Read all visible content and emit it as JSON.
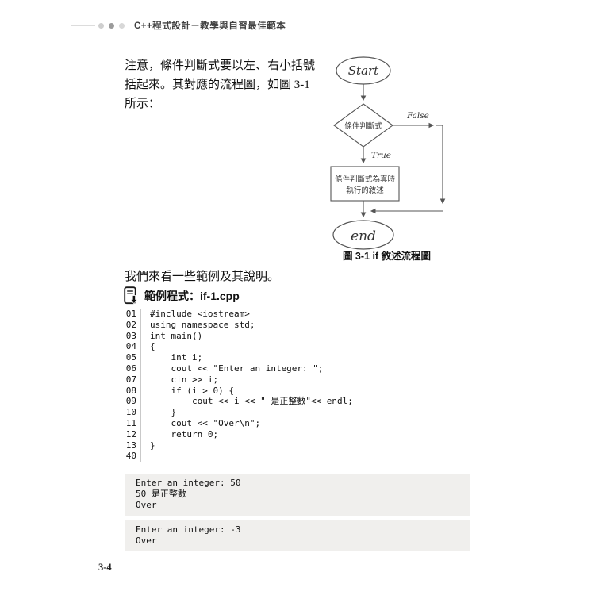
{
  "header": {
    "title": "C++程式設計－教學與自習最佳範本"
  },
  "intro": {
    "line1": "注意，條件判斷式要以左、右小括號",
    "line2": "括起來。其對應的流程圖，如圖 3-1",
    "line3": "所示："
  },
  "flowchart": {
    "start_label": "Start",
    "decision_label": "條件判斷式",
    "false_label": "False",
    "true_label": "True",
    "process_line1": "條件判斷式為真時",
    "process_line2": "執行的敘述",
    "end_label": "end",
    "caption": "圖 3-1 if 敘述流程圖"
  },
  "lead_text": "我們來看一些範例及其說明。",
  "example": {
    "icon": "program-file-icon",
    "heading": "範例程式：if-1.cpp"
  },
  "code": {
    "lines": [
      {
        "num": "01",
        "text": "#include <iostream>"
      },
      {
        "num": "02",
        "text": "using namespace std;"
      },
      {
        "num": "03",
        "text": "int main()"
      },
      {
        "num": "04",
        "text": "{"
      },
      {
        "num": "05",
        "text": "    int i;"
      },
      {
        "num": "06",
        "text": "    cout << \"Enter an integer: \";"
      },
      {
        "num": "07",
        "text": "    cin >> i;"
      },
      {
        "num": "08",
        "text": "    if (i > 0) {"
      },
      {
        "num": "09",
        "text": "        cout << i << \" 是正整數\"<< endl;"
      },
      {
        "num": "10",
        "text": "    }"
      },
      {
        "num": "11",
        "text": "    cout << \"Over\\n\";"
      },
      {
        "num": "12",
        "text": "    return 0;"
      },
      {
        "num": "13",
        "text": "}"
      },
      {
        "num": "40",
        "text": ""
      }
    ]
  },
  "outputs": [
    {
      "lines": [
        "Enter an integer: 50",
        "50 是正整數",
        "Over"
      ]
    },
    {
      "lines": [
        "Enter an integer: -3",
        "Over"
      ]
    }
  ],
  "page_number": "3-4",
  "colors": {
    "output_box_bg": "#f0efed",
    "flowchart_stroke": "#555555"
  }
}
